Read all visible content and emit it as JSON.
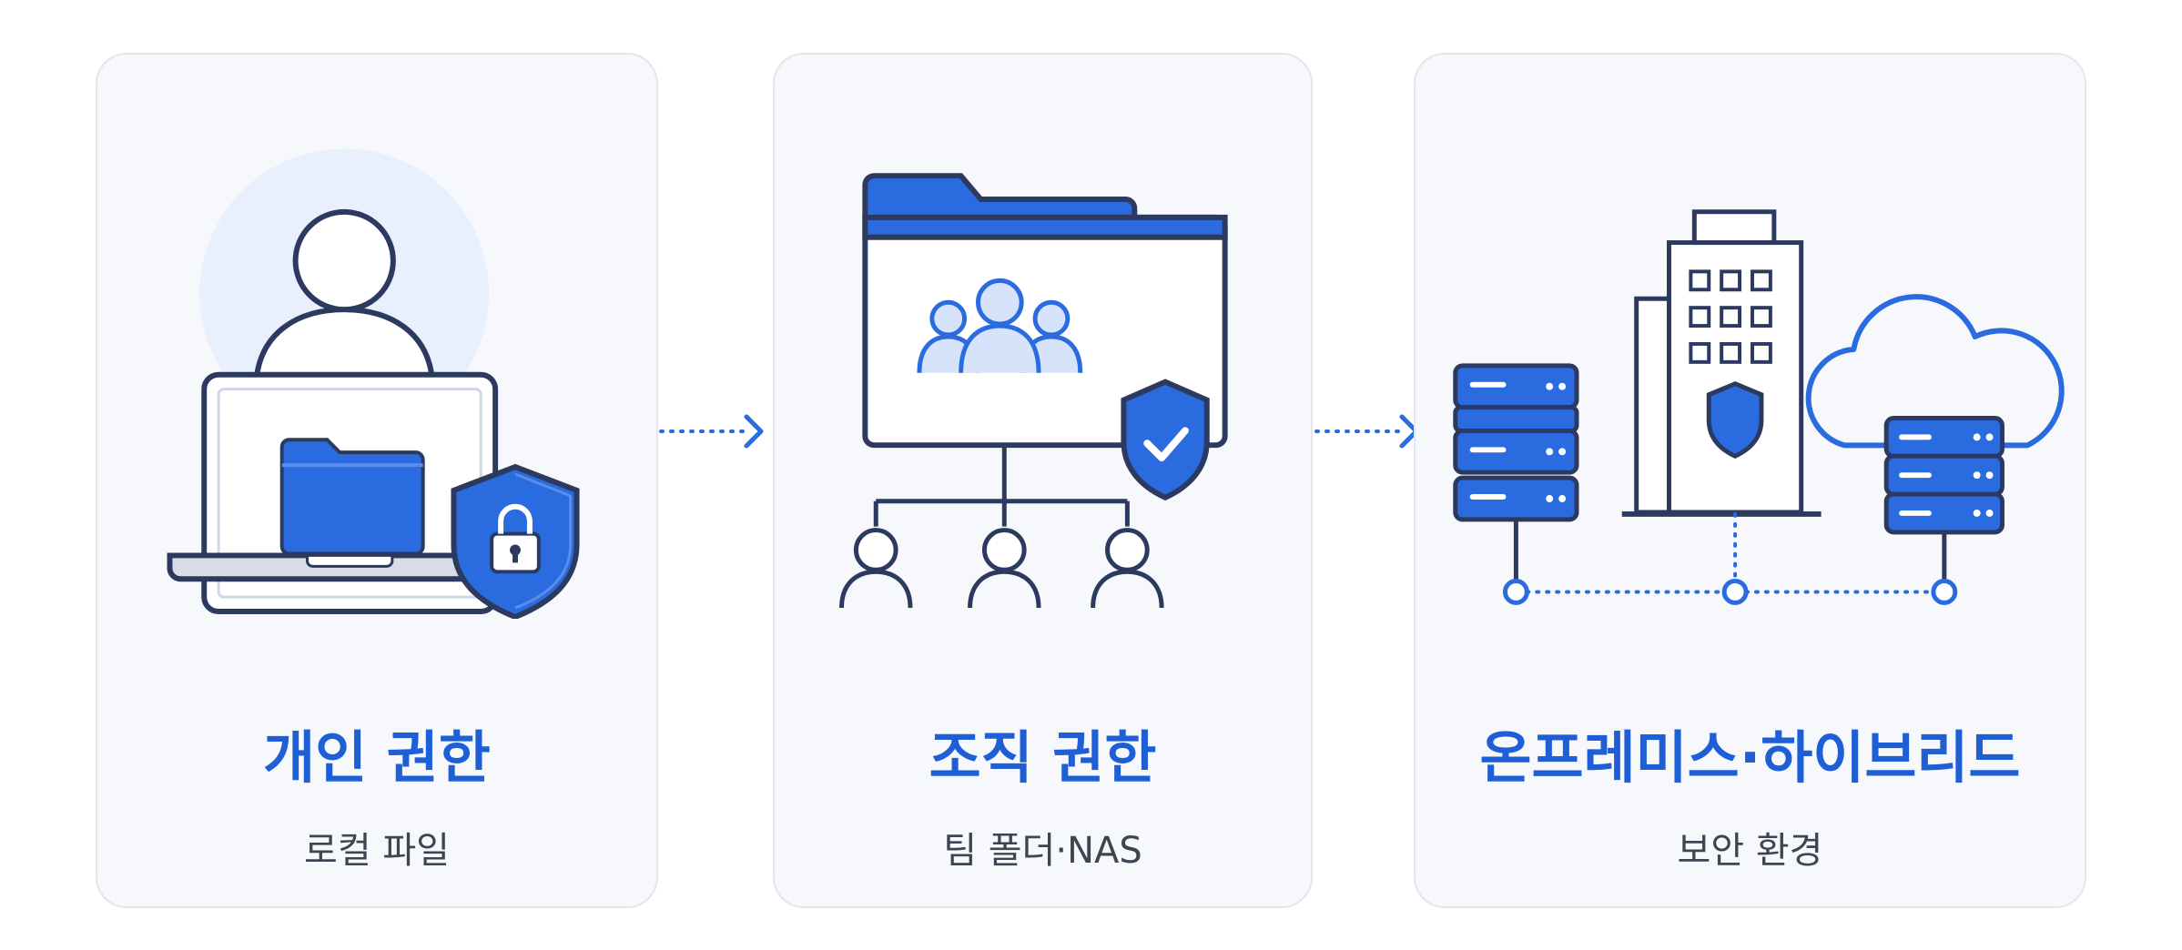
{
  "steps": [
    {
      "title": "개인 권한",
      "subtitle": "로컬 파일",
      "icon": "user-laptop-lock-icon"
    },
    {
      "title": "조직 권한",
      "subtitle": "팀 폴더·NAS",
      "icon": "team-folder-shield-icon"
    },
    {
      "title": "온프레미스·하이브리드",
      "subtitle": "보안 환경",
      "icon": "servers-building-cloud-icon"
    }
  ],
  "colors": {
    "accent": "#2a6be0",
    "outline": "#2b3a5e",
    "light_blue": "#e8f0fd",
    "title": "#1f5fd6",
    "subtitle": "#3d4452",
    "card_bg": "#f7f8fb",
    "card_border": "#e3e6ee"
  }
}
